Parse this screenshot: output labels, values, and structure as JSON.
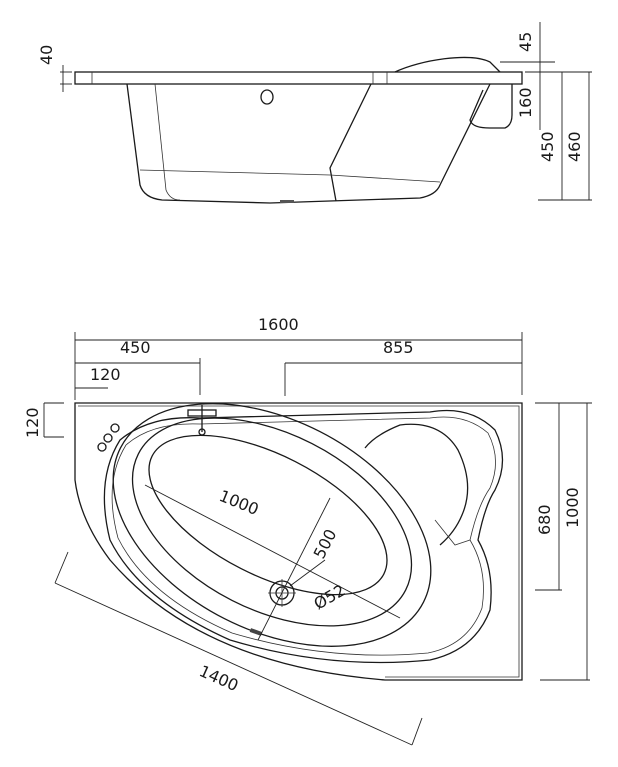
{
  "side_view": {
    "dims": {
      "rim_thickness": "40",
      "headrest_height": "45",
      "side_depth": "160",
      "inner_depth": "450",
      "total_height": "460"
    }
  },
  "top_view": {
    "dims": {
      "total_length": "1600",
      "tap_offset": "450",
      "tap_edge_offset": "120",
      "seat_length": "855",
      "rim_width": "120",
      "short_side": "680",
      "total_width": "1000",
      "diagonal_length": "1400",
      "basin_length": "1000",
      "basin_width": "500",
      "drain_diameter": "Ø52"
    }
  }
}
